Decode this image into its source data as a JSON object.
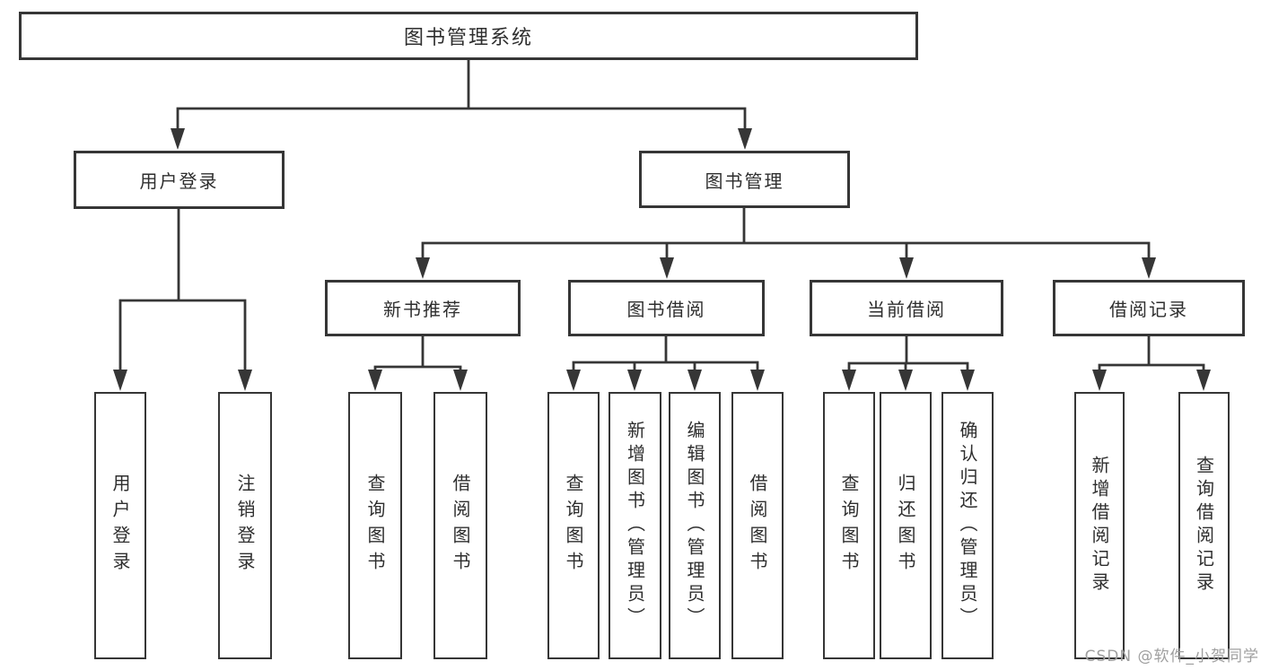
{
  "title": "图书管理系统",
  "nodes": {
    "root": {
      "label": "图书管理系统"
    },
    "user_login": {
      "label": "用户登录"
    },
    "book_mgmt": {
      "label": "图书管理"
    },
    "new_book_rec": {
      "label": "新书推荐"
    },
    "book_borrow": {
      "label": "图书借阅"
    },
    "current_borrow": {
      "label": "当前借阅"
    },
    "borrow_record": {
      "label": "借阅记录"
    },
    "ul_login": {
      "label": "用户登录"
    },
    "ul_logout": {
      "label": "注销登录"
    },
    "nb_query_book": {
      "label": "查询图书"
    },
    "nb_borrow_book": {
      "label": "借阅图书"
    },
    "bb_query_book": {
      "label": "查询图书"
    },
    "bb_add_book": {
      "label": "新增图书（管理员）"
    },
    "bb_edit_book": {
      "label": "编辑图书（管理员）"
    },
    "bb_borrow_book": {
      "label": "借阅图书"
    },
    "cb_query_book": {
      "label": "查询图书"
    },
    "cb_return_book": {
      "label": "归还图书"
    },
    "cb_confirm_return": {
      "label": "确认归还（管理员）"
    },
    "br_add_record": {
      "label": "新增借阅记录"
    },
    "br_query_record": {
      "label": "查询借阅记录"
    }
  },
  "hierarchy": {
    "图书管理系统": {
      "用户登录": [
        "用户登录",
        "注销登录"
      ],
      "图书管理": {
        "新书推荐": [
          "查询图书",
          "借阅图书"
        ],
        "图书借阅": [
          "查询图书",
          "新增图书（管理员）",
          "编辑图书（管理员）",
          "借阅图书"
        ],
        "当前借阅": [
          "查询图书",
          "归还图书",
          "确认归还（管理员）"
        ],
        "借阅记录": [
          "新增借阅记录",
          "查询借阅记录"
        ]
      }
    }
  },
  "watermark": "CSDN @软件_小贺同学",
  "colors": {
    "line": "#363636",
    "border": "#363636",
    "text": "#2e2e2e",
    "background": "#ffffff",
    "watermark": "#9f9f9f"
  }
}
